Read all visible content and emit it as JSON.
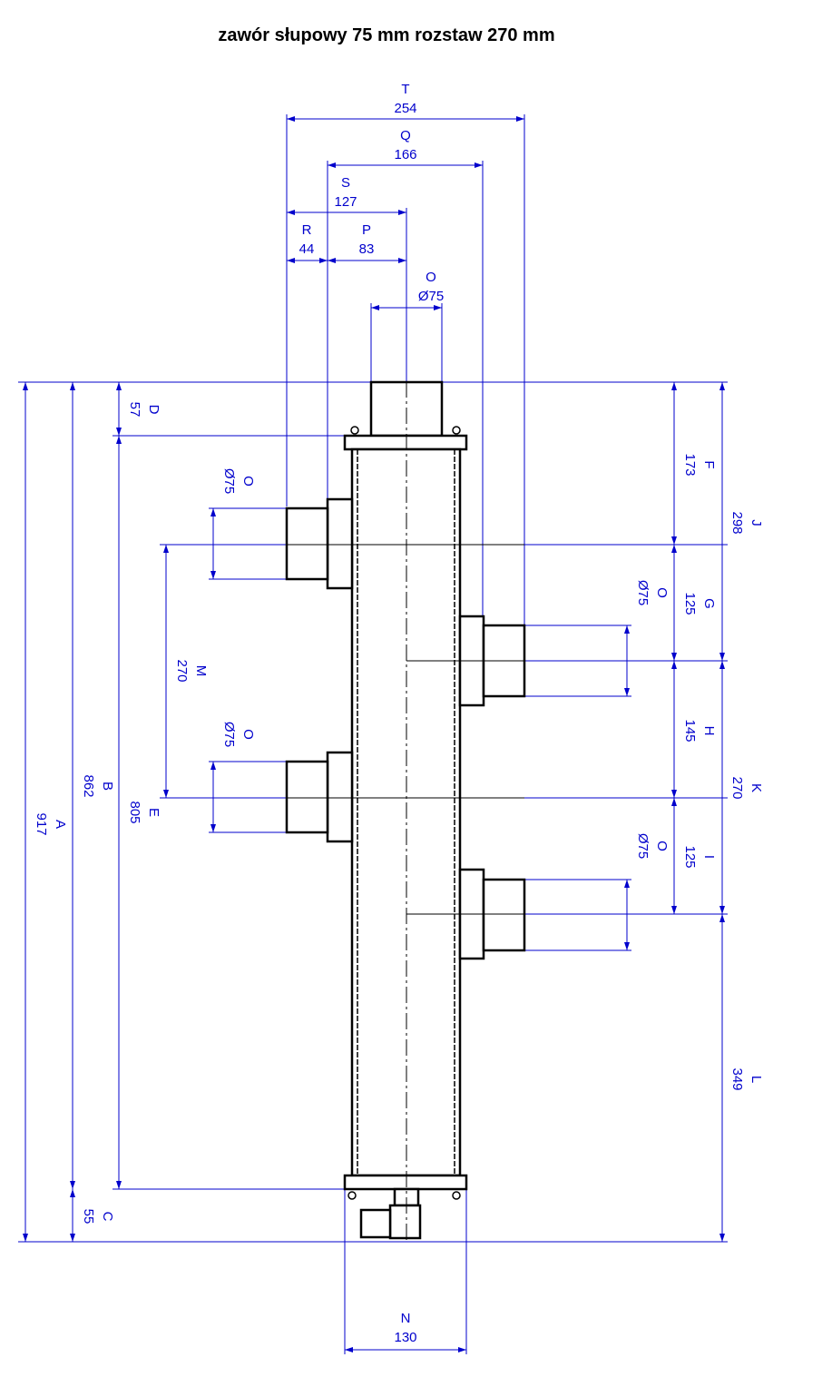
{
  "title": "zawór słupowy 75 mm rozstaw 270 mm",
  "colors": {
    "dimension": "#0000cc",
    "outline": "#000000",
    "background": "#ffffff"
  },
  "dimensions": {
    "T": {
      "letter": "T",
      "value": "254"
    },
    "Q": {
      "letter": "Q",
      "value": "166"
    },
    "S": {
      "letter": "S",
      "value": "127"
    },
    "R": {
      "letter": "R",
      "value": "44"
    },
    "P": {
      "letter": "P",
      "value": "83"
    },
    "O_top": {
      "letter": "O",
      "value": "Ø75"
    },
    "D": {
      "letter": "D",
      "value": "57"
    },
    "F": {
      "letter": "F",
      "value": "173"
    },
    "J": {
      "letter": "J",
      "value": "298"
    },
    "O_left1": {
      "letter": "O",
      "value": "Ø75"
    },
    "G": {
      "letter": "G",
      "value": "125"
    },
    "O_right1": {
      "letter": "O",
      "value": "Ø75"
    },
    "M": {
      "letter": "M",
      "value": "270"
    },
    "H": {
      "letter": "H",
      "value": "145"
    },
    "O_left2": {
      "letter": "O",
      "value": "Ø75"
    },
    "K": {
      "letter": "K",
      "value": "270"
    },
    "A": {
      "letter": "A",
      "value": "917"
    },
    "B": {
      "letter": "B",
      "value": "862"
    },
    "E": {
      "letter": "E",
      "value": "805"
    },
    "I": {
      "letter": "I",
      "value": "125"
    },
    "O_right2": {
      "letter": "O",
      "value": "Ø75"
    },
    "L": {
      "letter": "L",
      "value": "349"
    },
    "C": {
      "letter": "C",
      "value": "55"
    },
    "N": {
      "letter": "N",
      "value": "130"
    }
  }
}
